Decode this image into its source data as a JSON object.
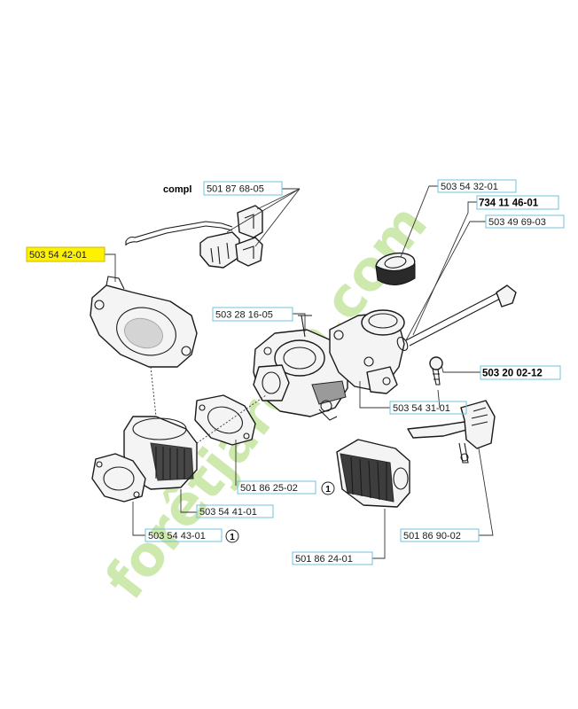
{
  "watermark": {
    "text": "forêtjardin.com",
    "color_green": "#c9e7a6",
    "color_gray": "#cfc8bd"
  },
  "labels": {
    "compl": "compl",
    "p_501_87_68_05": "501 87 68-05",
    "p_503_54_42_01": "503 54 42-01",
    "p_503_54_32_01": "503 54 32-01",
    "p_734_11_46_01": "734 11 46-01",
    "p_503_49_69_03": "503 49 69-03",
    "p_503_28_16_05": "503 28 16-05",
    "p_503_20_02_12": "503 20 02-12",
    "p_503_54_31_01": "503 54 31-01",
    "p_501_86_25_02": "501 86 25-02",
    "p_503_54_41_01": "503 54 41-01",
    "p_503_54_43_01": "503 54 43-01",
    "p_501_86_90_02": "501 86 90-02",
    "p_501_86_24_01": "501 86 24-01",
    "note_1a": "1",
    "note_1b": "1"
  },
  "colors": {
    "highlight": "#fff200",
    "label_box": "#6fc3d8"
  }
}
